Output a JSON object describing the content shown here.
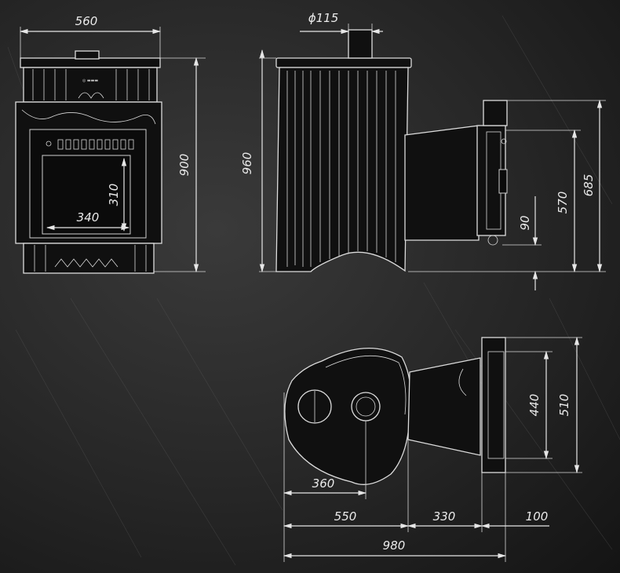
{
  "dimensions": {
    "front_width": "560",
    "front_height": "900",
    "door_width": "340",
    "door_height": "310",
    "side_height": "960",
    "chimney_diameter": "ϕ115",
    "tank_height": "685",
    "tank_body_height": "570",
    "tank_offset": "90",
    "tank_width": "510",
    "tank_inner_width": "440",
    "plan_chimney_offset": "360",
    "plan_body_depth": "550",
    "plan_tunnel": "330",
    "plan_tank_depth": "100",
    "plan_total": "980"
  }
}
